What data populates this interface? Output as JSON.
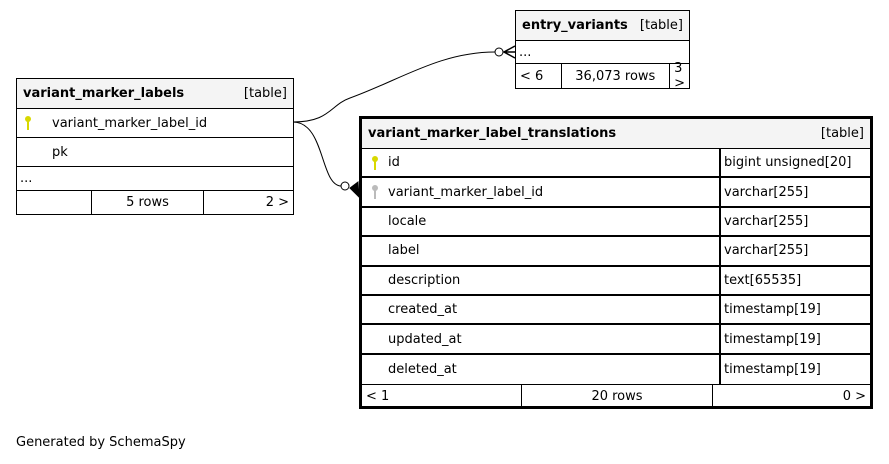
{
  "tables": {
    "entry_variants": {
      "name": "entry_variants",
      "kind": "[table]",
      "more": "...",
      "foot": {
        "left": "< 6",
        "rows": "36,073 rows",
        "right": "3 >"
      }
    },
    "variant_marker_labels": {
      "name": "variant_marker_labels",
      "kind": "[table]",
      "columns": [
        {
          "name": "variant_marker_label_id",
          "key": "primary"
        },
        {
          "name": "pk",
          "key": ""
        }
      ],
      "more": "...",
      "foot": {
        "left": "",
        "rows": "5 rows",
        "right": "2 >"
      }
    },
    "translations": {
      "name": "variant_marker_label_translations",
      "kind": "[table]",
      "columns": [
        {
          "name": "id",
          "type": "bigint unsigned[20]",
          "key": "primary"
        },
        {
          "name": "variant_marker_label_id",
          "type": "varchar[255]",
          "key": "foreign"
        },
        {
          "name": "locale",
          "type": "varchar[255]",
          "key": ""
        },
        {
          "name": "label",
          "type": "varchar[255]",
          "key": ""
        },
        {
          "name": "description",
          "type": "text[65535]",
          "key": ""
        },
        {
          "name": "created_at",
          "type": "timestamp[19]",
          "key": ""
        },
        {
          "name": "updated_at",
          "type": "timestamp[19]",
          "key": ""
        },
        {
          "name": "deleted_at",
          "type": "timestamp[19]",
          "key": ""
        }
      ],
      "foot": {
        "left": "< 1",
        "rows": "20 rows",
        "right": "0 >"
      }
    }
  },
  "footer": "Generated by SchemaSpy",
  "colors": {
    "primary_key": "#d8d800",
    "foreign_key": "#bbbbbb",
    "header_bg": "#f4f4f4"
  }
}
